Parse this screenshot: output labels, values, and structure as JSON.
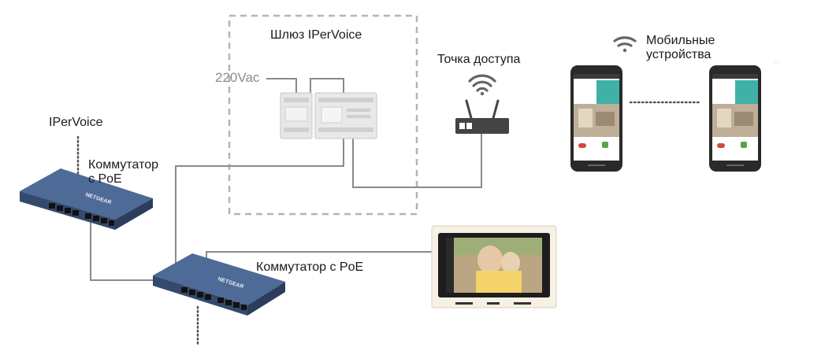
{
  "labels": {
    "gateway": "Шлюз IPerVoice",
    "power": "220Vac",
    "access_point": "Точка доступа",
    "mobile_line1": "Мобильные",
    "mobile_line2": "устройства",
    "ipervoice": "IPerVoice",
    "switch1_line1": "Коммутатор",
    "switch1_line2": "с PoE",
    "switch2": "Коммутатор с PoE"
  },
  "device_texts": {
    "switch_brand": "NETGEAR"
  },
  "colors": {
    "line": "#8a8a8a",
    "dashed_box": "#b4b4b4",
    "switch_top": "#4e6a96",
    "switch_front": "#34496c",
    "phone_body": "#2a2a2a",
    "teal": "#3fb1a8",
    "router": "#444444"
  },
  "icons": [
    "wifi-icon",
    "router-icon",
    "din-rail-module-icon",
    "network-switch-icon",
    "smartphone-icon",
    "video-monitor-icon"
  ]
}
